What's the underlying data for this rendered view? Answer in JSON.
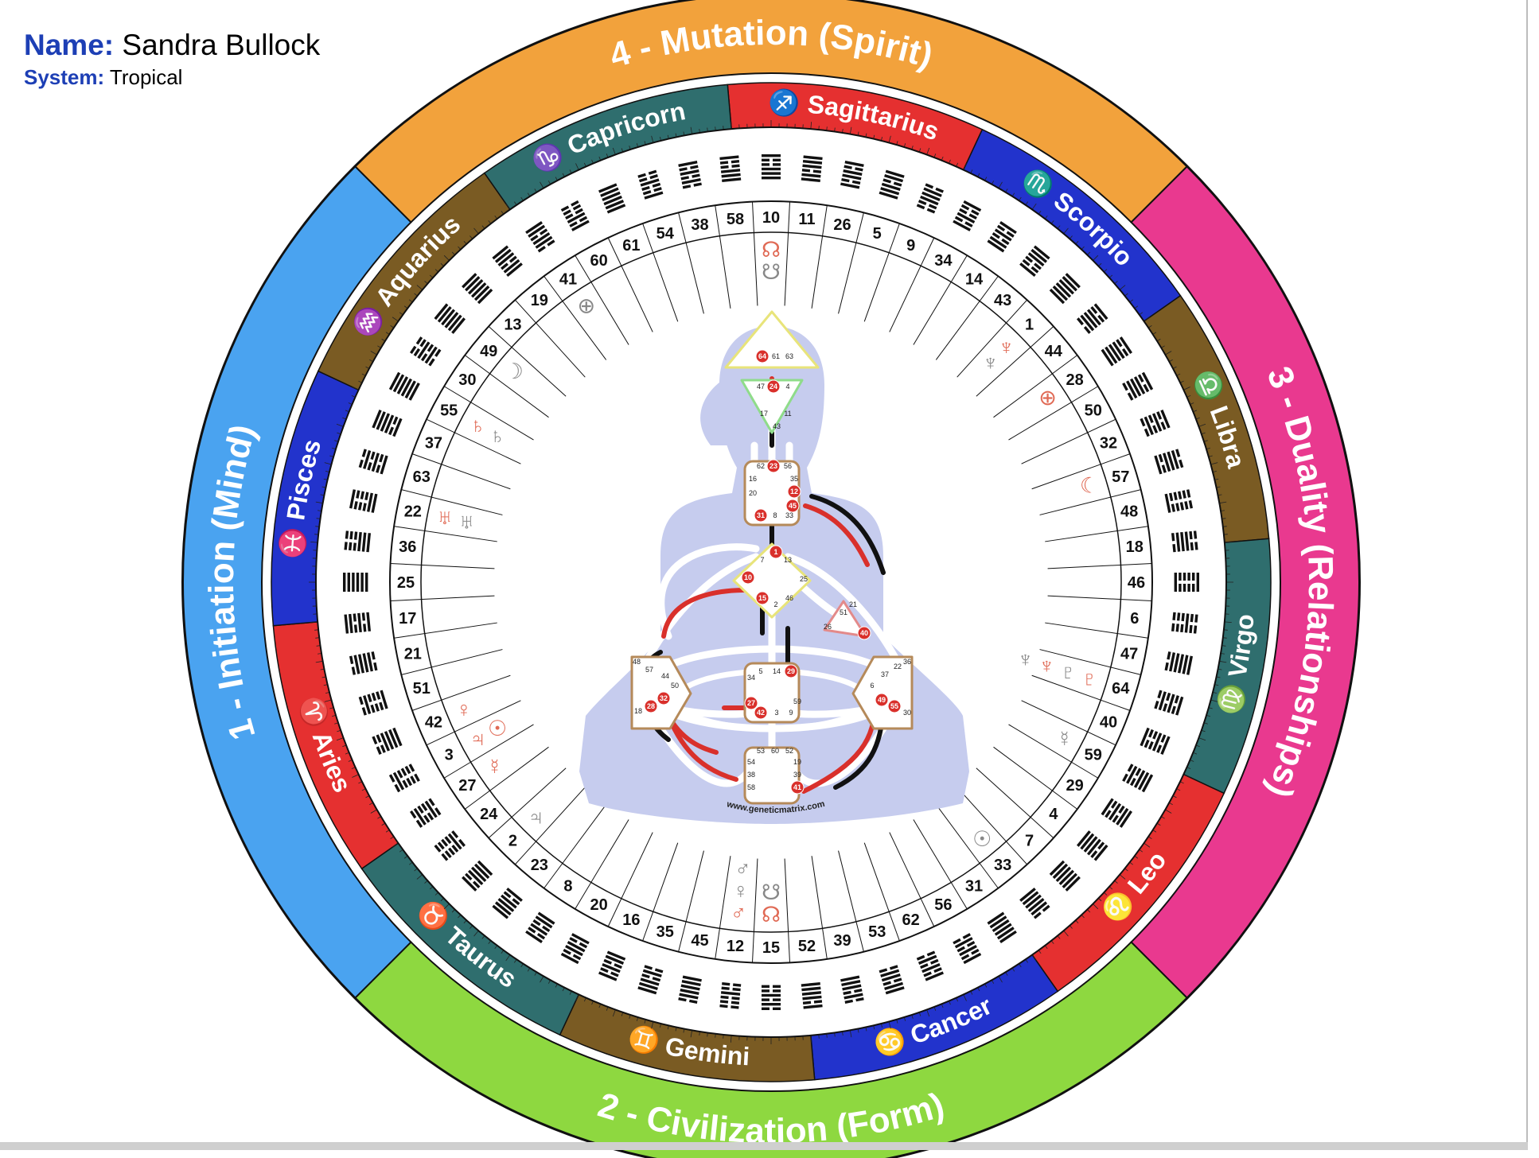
{
  "header": {
    "name_label": "Name:",
    "name_value": "Sandra Bullock",
    "system_label": "System:",
    "system_value": "Tropical"
  },
  "quarters": [
    {
      "label": "4 - Mutation (Spirit)",
      "color": "#f2a23c"
    },
    {
      "label": "3 - Duality (Relationships)",
      "color": "#e9398f"
    },
    {
      "label": "2 - Civilization (Form)",
      "color": "#8ed840"
    },
    {
      "label": "1 - Initiation (Mind)",
      "color": "#4aa3f0"
    }
  ],
  "signs": [
    {
      "name": "Sagittarius",
      "symbol": "♐",
      "color": "#e53030"
    },
    {
      "name": "Scorpio",
      "symbol": "♏",
      "color": "#2233cc"
    },
    {
      "name": "Libra",
      "symbol": "♎",
      "color": "#7a5b23"
    },
    {
      "name": "Virgo",
      "symbol": "♍",
      "color": "#2f6e6e"
    },
    {
      "name": "Leo",
      "symbol": "♌",
      "color": "#e53030"
    },
    {
      "name": "Cancer",
      "symbol": "♋",
      "color": "#2233cc"
    },
    {
      "name": "Gemini",
      "symbol": "♊",
      "color": "#7a5b23"
    },
    {
      "name": "Taurus",
      "symbol": "♉",
      "color": "#2f6e6e"
    },
    {
      "name": "Aries",
      "symbol": "♈",
      "color": "#e53030"
    },
    {
      "name": "Pisces",
      "symbol": "♓",
      "color": "#2233cc"
    },
    {
      "name": "Aquarius",
      "symbol": "♒",
      "color": "#7a5b23"
    },
    {
      "name": "Capricorn",
      "symbol": "♑",
      "color": "#2f6e6e"
    }
  ],
  "gates_clockwise_from_top": [
    "10",
    "11",
    "26",
    "5",
    "9",
    "34",
    "14",
    "43",
    "1",
    "44",
    "28",
    "50",
    "32",
    "57",
    "48",
    "18",
    "46",
    "6",
    "47",
    "64",
    "40",
    "59",
    "29",
    "4",
    "7",
    "33",
    "31",
    "56",
    "62",
    "53",
    "39",
    "52",
    "15",
    "12",
    "45",
    "35",
    "16",
    "20",
    "8",
    "23",
    "2",
    "24",
    "27",
    "3",
    "42",
    "51",
    "21",
    "17",
    "25",
    "36",
    "22",
    "63",
    "37",
    "55",
    "30",
    "49",
    "13",
    "19",
    "41",
    "60",
    "61",
    "54",
    "38",
    "58"
  ],
  "planet_markers": [
    {
      "gate": "10",
      "glyphs": [
        "☊",
        "☋"
      ],
      "colors": [
        "#e06a55",
        "#888888"
      ]
    },
    {
      "gate": "41",
      "glyphs": [
        "⊕"
      ],
      "colors": [
        "#888888"
      ]
    },
    {
      "gate": "49",
      "glyphs": [
        "☽"
      ],
      "colors": [
        "#888888"
      ]
    },
    {
      "gate": "55",
      "glyphs": [
        "♄",
        "♄"
      ],
      "colors": [
        "#e06a55",
        "#888888"
      ]
    },
    {
      "gate": "22",
      "glyphs": [
        "♅",
        "♅"
      ],
      "colors": [
        "#e06a55",
        "#888888"
      ]
    },
    {
      "gate": "42",
      "glyphs": [
        "♀"
      ],
      "colors": [
        "#e06a55"
      ]
    },
    {
      "gate": "3",
      "glyphs": [
        "♃",
        "☉"
      ],
      "colors": [
        "#e06a55",
        "#e06a55"
      ]
    },
    {
      "gate": "27",
      "glyphs": [
        "☿"
      ],
      "colors": [
        "#e06a55"
      ]
    },
    {
      "gate": "2",
      "glyphs": [
        "♃"
      ],
      "colors": [
        "#888888"
      ]
    },
    {
      "gate": "12",
      "glyphs": [
        "♂",
        "♀",
        "♂"
      ],
      "colors": [
        "#e06a55",
        "#888888",
        "#888888"
      ]
    },
    {
      "gate": "15",
      "glyphs": [
        "☊",
        "☋"
      ],
      "colors": [
        "#e06a55",
        "#888888"
      ]
    },
    {
      "gate": "33",
      "glyphs": [
        "☉"
      ],
      "colors": [
        "#888888"
      ]
    },
    {
      "gate": "59",
      "glyphs": [
        "☿"
      ],
      "colors": [
        "#888888"
      ]
    },
    {
      "gate": "64",
      "glyphs": [
        "♇",
        "♇",
        "♆",
        "♆"
      ],
      "colors": [
        "#e06a55",
        "#888888",
        "#e06a55",
        "#888888"
      ]
    },
    {
      "gate": "57",
      "glyphs": [
        "☾"
      ],
      "colors": [
        "#e06a55"
      ]
    },
    {
      "gate": "28",
      "glyphs": [
        "⊕"
      ],
      "colors": [
        "#e06a55"
      ]
    },
    {
      "gate": "1",
      "glyphs": [
        "♆",
        "♆"
      ],
      "colors": [
        "#e06a55",
        "#888888"
      ]
    }
  ],
  "bodygraph": {
    "website": "www.geneticmatrix.com",
    "head_gates": [
      "64",
      "61",
      "63"
    ],
    "ajna_gates": [
      "47",
      "24",
      "4",
      "17",
      "11",
      "43"
    ],
    "throat_gates": [
      "62",
      "23",
      "56",
      "16",
      "35",
      "20",
      "12",
      "45",
      "31",
      "8",
      "33"
    ],
    "g_gates": [
      "1",
      "7",
      "13",
      "10",
      "25",
      "15",
      "2",
      "46"
    ],
    "ego_gates": [
      "21",
      "51",
      "26",
      "40"
    ],
    "sacral_gates": [
      "5",
      "14",
      "29",
      "34",
      "27",
      "42",
      "3",
      "9",
      "59"
    ],
    "spleen_gates": [
      "48",
      "57",
      "44",
      "50",
      "18",
      "28",
      "32"
    ],
    "solar_gates": [
      "36",
      "22",
      "37",
      "6",
      "49",
      "55",
      "30"
    ],
    "root_gates": [
      "53",
      "60",
      "52",
      "54",
      "19",
      "38",
      "39",
      "58",
      "41"
    ],
    "active_gates": [
      "64",
      "24",
      "23",
      "12",
      "45",
      "31",
      "1",
      "10",
      "15",
      "40",
      "29",
      "27",
      "42",
      "28",
      "32",
      "49",
      "55",
      "41"
    ]
  },
  "colors": {
    "active_red": "#d9302b",
    "body_fill": "#c6ccee",
    "center_border": "#b58a5a"
  }
}
